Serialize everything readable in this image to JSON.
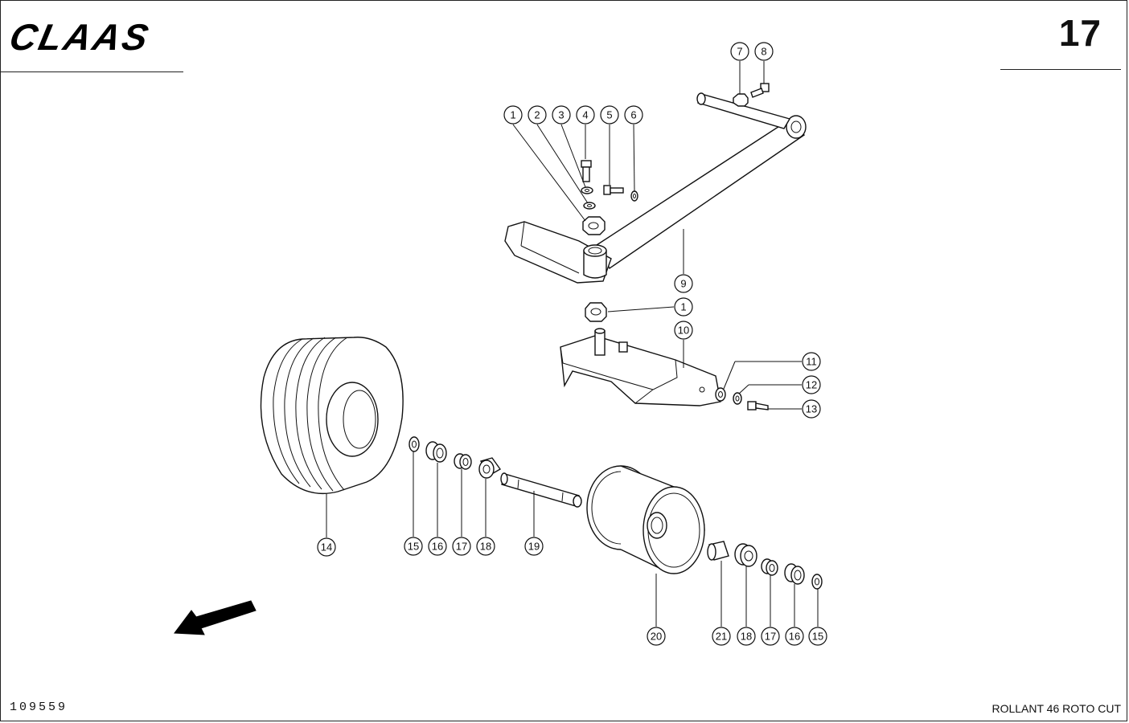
{
  "header": {
    "brand": "CLAAS",
    "page_number": "17"
  },
  "footer": {
    "drawing_number": "109559",
    "model": "ROLLANT 46 ROTO CUT"
  },
  "callouts": [
    "1",
    "2",
    "3",
    "4",
    "5",
    "6",
    "7",
    "8",
    "9",
    "1",
    "10",
    "11",
    "12",
    "13",
    "14",
    "15",
    "16",
    "17",
    "18",
    "19",
    "20",
    "21",
    "18",
    "17",
    "16",
    "15"
  ]
}
